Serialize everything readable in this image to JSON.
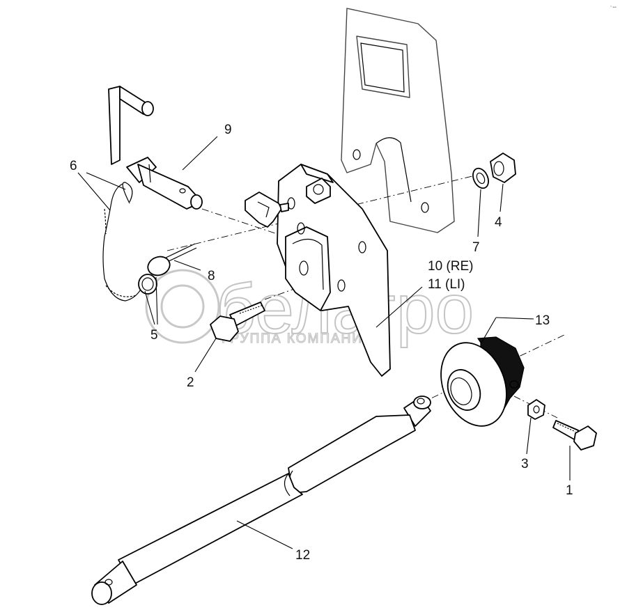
{
  "watermark": {
    "brand": "белагро",
    "subtitle": "ГРУППА КОМПАНИЙ"
  },
  "corner_mark": "° •••",
  "callouts": [
    {
      "id": "1",
      "text": "1"
    },
    {
      "id": "2",
      "text": "2"
    },
    {
      "id": "3",
      "text": "3"
    },
    {
      "id": "4",
      "text": "4"
    },
    {
      "id": "5",
      "text": "5"
    },
    {
      "id": "6",
      "text": "6"
    },
    {
      "id": "7",
      "text": "7"
    },
    {
      "id": "8",
      "text": "8"
    },
    {
      "id": "9",
      "text": "9"
    },
    {
      "id": "10",
      "text": "10 (RE)"
    },
    {
      "id": "11",
      "text": "11 (LI)"
    },
    {
      "id": "12",
      "text": "12"
    },
    {
      "id": "13",
      "text": "13"
    }
  ]
}
